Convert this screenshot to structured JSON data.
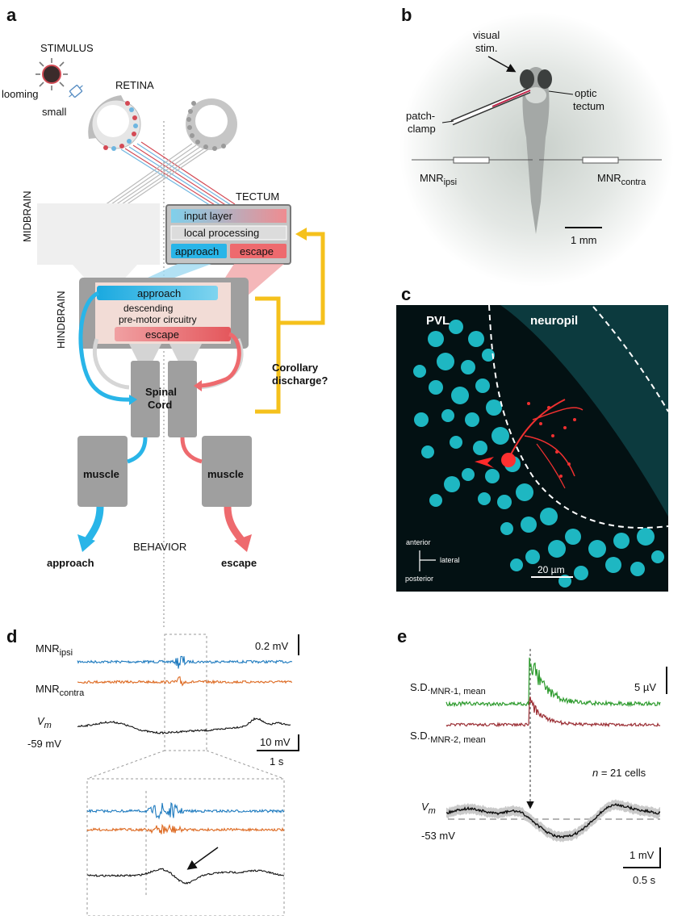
{
  "panel_labels": {
    "a": "a",
    "b": "b",
    "c": "c",
    "d": "d",
    "e": "e"
  },
  "panel_a": {
    "stimulus": "STIMULUS",
    "looming": "looming",
    "small": "small",
    "retina": "RETINA",
    "tectum": "TECTUM",
    "input_layer": "input layer",
    "local_processing": "local processing",
    "tectum_approach": "approach",
    "tectum_escape": "escape",
    "midbrain": "MIDBRAIN",
    "hindbrain": "HINDBRAIN",
    "hb_approach": "approach",
    "descending": "descending",
    "premotor": "pre-motor circuitry",
    "hb_escape": "escape",
    "spinal_line1": "Spinal",
    "spinal_line2": "Cord",
    "muscle_left": "muscle",
    "muscle_right": "muscle",
    "corollary_line1": "Corollary",
    "corollary_line2": "discharge?",
    "behavior": "BEHAVIOR",
    "out_approach": "approach",
    "out_escape": "escape",
    "colors": {
      "approach": "#29b5e8",
      "escape": "#ee6a6e",
      "corollary": "#f5c11c",
      "grey": "#9c9c9c"
    }
  },
  "panel_b": {
    "visual_stim_line1": "visual",
    "visual_stim_line2": "stim.",
    "optic_line1": "optic",
    "optic_line2": "tectum",
    "patch_line1": "patch-",
    "patch_line2": "clamp",
    "mnr_ipsi_main": "MNR",
    "mnr_ipsi_sub": "ipsi",
    "mnr_contra_main": "MNR",
    "mnr_contra_sub": "contra",
    "scale": "1 mm"
  },
  "panel_c": {
    "pvl": "PVL",
    "neuropil": "neuropil",
    "anterior": "anterior",
    "lateral": "lateral",
    "posterior": "posterior",
    "scale": "20 µm"
  },
  "panel_d": {
    "mnr_ipsi_main": "MNR",
    "mnr_ipsi_sub": "ipsi",
    "mnr_contra_main": "MNR",
    "mnr_contra_sub": "contra",
    "vm_main": "V",
    "vm_sub": "m",
    "rest": "-59 mV",
    "scale_mnr": "0.2 mV",
    "scale_vm": "10 mV",
    "scale_time": "1 s"
  },
  "panel_e": {
    "sd1_main": "S.D.",
    "sd1_sub": "MNR-1, mean",
    "sd2_main": "S.D.",
    "sd2_sub": "MNR-2, mean",
    "scale_sd": "5 µV",
    "n_italic": "n",
    "n_rest": " = 21 cells",
    "vm_main": "V",
    "vm_sub": "m",
    "rest": "-53 mV",
    "scale_vm": "1 mV",
    "scale_time": "0.5 s"
  },
  "colors": {
    "blue_trace": "#1f7bbf",
    "orange_trace": "#dd6a22",
    "green_trace": "#2e9b2e",
    "red_trace": "#9b2f35",
    "cyan": "#22c9d6"
  }
}
